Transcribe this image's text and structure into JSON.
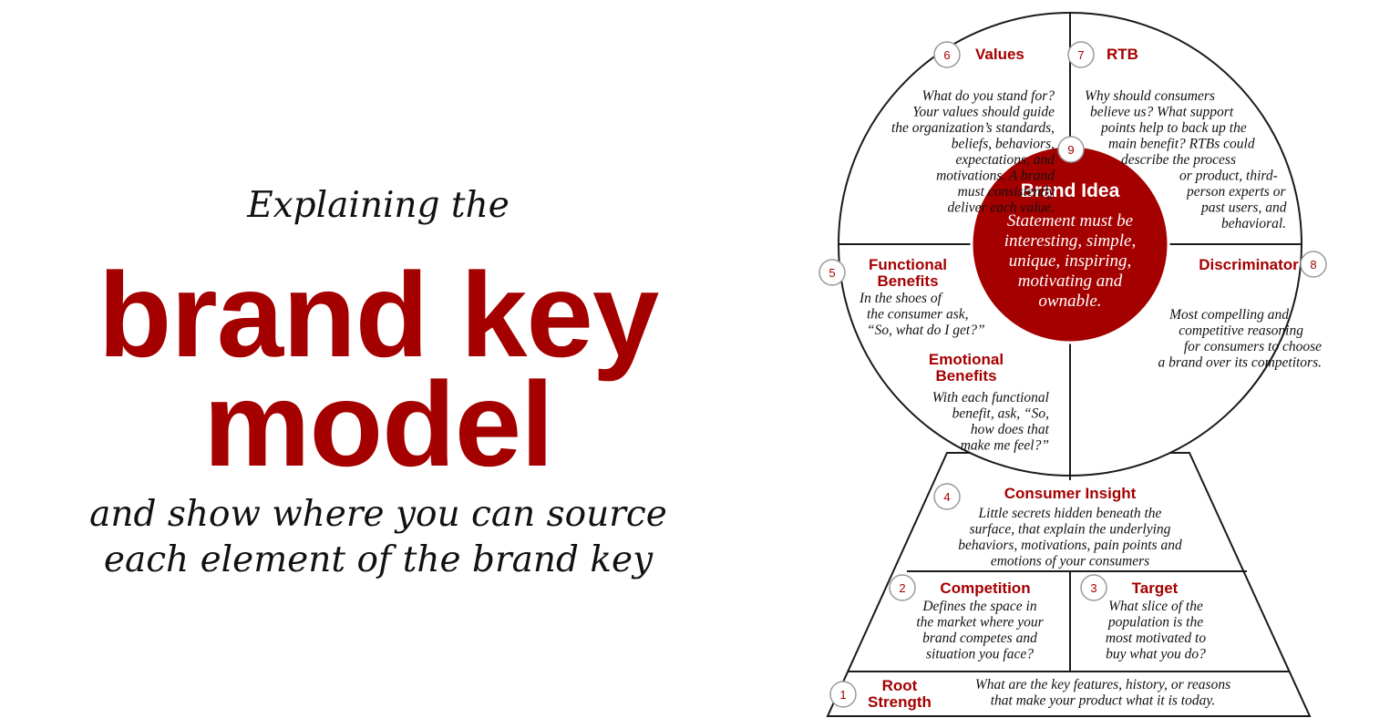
{
  "title": {
    "intro": "Explaining the",
    "line1": "brand key",
    "line2": "model",
    "sub1": "and show where you can source",
    "sub2": "each element of the brand key"
  },
  "brand_idea": {
    "number": "9",
    "heading": "Brand Idea",
    "lines": [
      "Statement must be",
      "interesting, simple,",
      "unique, inspiring,",
      "motivating and",
      "ownable."
    ]
  },
  "values": {
    "number": "6",
    "heading": "Values",
    "lines": [
      "What do you stand for?",
      "Your values should guide",
      "the organization’s standards,",
      "beliefs, behaviors,",
      "expectations, and",
      "motivations. A brand",
      "must consistently",
      "deliver each value."
    ]
  },
  "rtb": {
    "number": "7",
    "heading": "RTB",
    "lines": [
      "Why should consumers",
      "believe us? What support",
      "points help to back up the",
      "main benefit? RTBs could",
      "describe the process",
      "or product, third-",
      "person experts or",
      "past users, and",
      "behavioral."
    ]
  },
  "functional": {
    "number": "5",
    "heading": [
      "Functional",
      "Benefits"
    ],
    "lines": [
      "In the shoes of",
      "the consumer ask,",
      "“So, what do I get?”"
    ]
  },
  "emotional": {
    "heading": [
      "Emotional",
      "Benefits"
    ],
    "lines": [
      "With each functional",
      "benefit, ask, “So,",
      "how does that",
      "make me feel?”"
    ]
  },
  "discriminator": {
    "number": "8",
    "heading": "Discriminator",
    "lines": [
      "Most compelling and",
      "competitive reasoning",
      "for consumers to choose",
      "a brand over its competitors."
    ]
  },
  "insight": {
    "number": "4",
    "heading": "Consumer Insight",
    "lines": [
      "Little secrets hidden beneath the",
      "surface, that explain the underlying",
      "behaviors, motivations, pain points and",
      "emotions of your consumers"
    ]
  },
  "competition": {
    "number": "2",
    "heading": "Competition",
    "lines": [
      "Defines the space in",
      "the market where your",
      "brand competes and",
      "situation you face?"
    ]
  },
  "target": {
    "number": "3",
    "heading": "Target",
    "lines": [
      "What slice of the",
      "population is the",
      "most motivated to",
      "buy what you do?"
    ]
  },
  "root": {
    "number": "1",
    "heading": [
      "Root",
      "Strength"
    ],
    "lines": [
      "What are the key features, history, or reasons",
      "that make your product what it is today."
    ]
  },
  "colors": {
    "accent": "#a50000",
    "text": "#111111",
    "line": "#1a1a1a"
  }
}
